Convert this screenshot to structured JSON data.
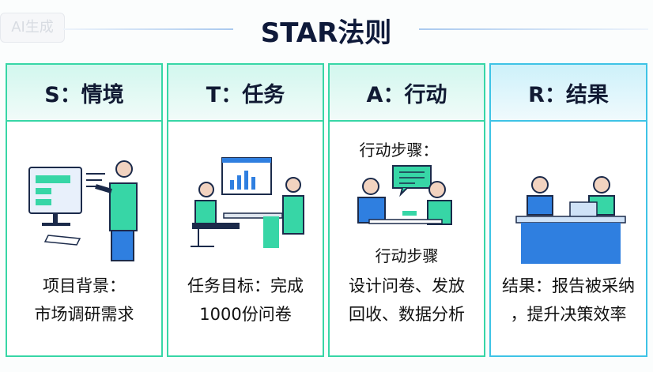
{
  "watermark": "AI生成",
  "title": "STAR法则",
  "cards": [
    {
      "header": "S：情境",
      "lines": [
        "项目背景：",
        "市场调研需求"
      ]
    },
    {
      "header": "T：任务",
      "lines": [
        "任务目标：完成",
        "1000份问卷"
      ]
    },
    {
      "header": "A：行动",
      "caption_top": "行动步骤：",
      "caption_mid": "行动步骤",
      "lines": [
        "设计问卷、发放",
        "回收、数据分析"
      ]
    },
    {
      "header": "R：结果",
      "lines": [
        "结果：报告被采纳",
        "，提升决策效率"
      ]
    }
  ],
  "colors": {
    "green": "#37d6a6",
    "blue": "#2f7fe0",
    "navy": "#0f1a3a"
  }
}
